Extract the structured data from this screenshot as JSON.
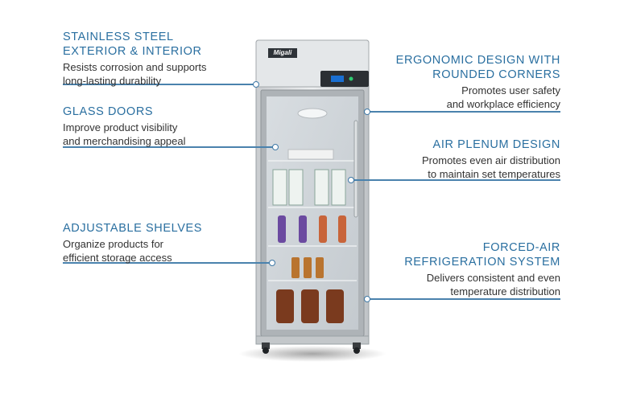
{
  "brand": "Migali",
  "accent_color": "#2a6fa0",
  "features": [
    {
      "id": "stainless",
      "title_lines": [
        "STAINLESS STEEL",
        "EXTERIOR & INTERIOR"
      ],
      "desc_lines": [
        "Resists corrosion and supports",
        "long-lasting durability"
      ]
    },
    {
      "id": "glass",
      "title_lines": [
        "GLASS DOORS"
      ],
      "desc_lines": [
        "Improve product visibility",
        "and merchandising appeal"
      ]
    },
    {
      "id": "shelves",
      "title_lines": [
        "ADJUSTABLE SHELVES"
      ],
      "desc_lines": [
        "Organize products for",
        "efficient storage access"
      ]
    },
    {
      "id": "ergonomic",
      "title_lines": [
        "ERGONOMIC DESIGN WITH",
        "ROUNDED CORNERS"
      ],
      "desc_lines": [
        "Promotes user safety",
        "and workplace efficiency"
      ]
    },
    {
      "id": "plenum",
      "title_lines": [
        "AIR PLENUM DESIGN"
      ],
      "desc_lines": [
        "Promotes even air distribution",
        "to maintain set temperatures"
      ]
    },
    {
      "id": "forced",
      "title_lines": [
        "FORCED-AIR",
        "REFRIGERATION SYSTEM"
      ],
      "desc_lines": [
        "Delivers consistent and even",
        "temperature distribution"
      ]
    }
  ]
}
